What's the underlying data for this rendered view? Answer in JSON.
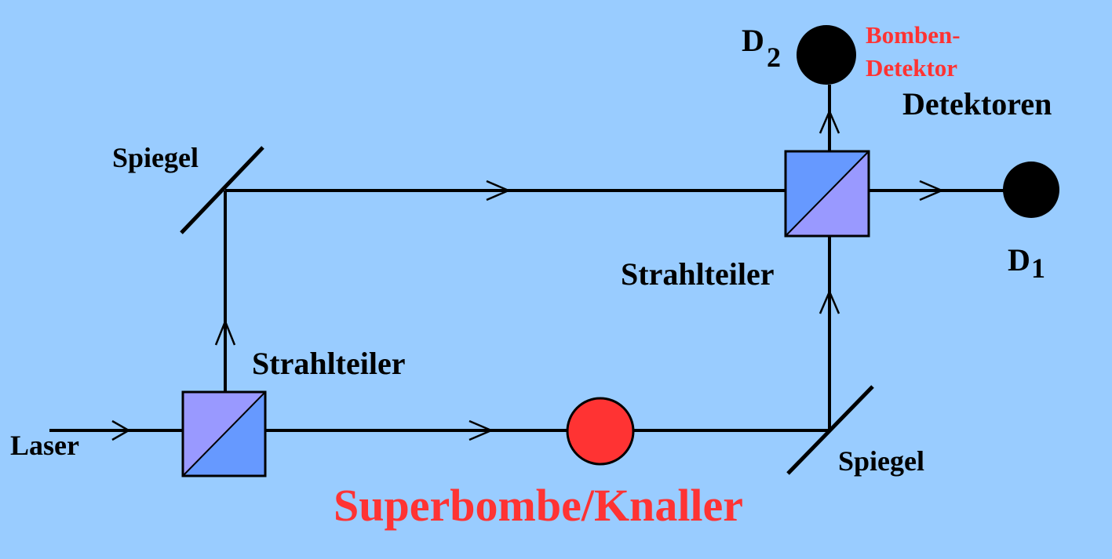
{
  "labels": {
    "laser": "Laser",
    "mirror_top_left": "Spiegel",
    "mirror_bottom_right": "Spiegel",
    "splitter_bottom_left": "Strahlteiler",
    "splitter_top_right": "Strahlteiler",
    "bomb": "Superbombe/Knaller",
    "detectors": "Detektoren",
    "bomb_detector_line1": "Bomben-",
    "bomb_detector_line2": "Detektor",
    "d1_letter": "D",
    "d1_index": "1",
    "d2_letter": "D",
    "d2_index": "2"
  },
  "colors": {
    "background": "#99ccff",
    "splitter_light": "#9999ff",
    "splitter_dark": "#6699ff",
    "bomb": "#ff3333",
    "detector": "#000000",
    "accent_text": "#ff3333"
  }
}
